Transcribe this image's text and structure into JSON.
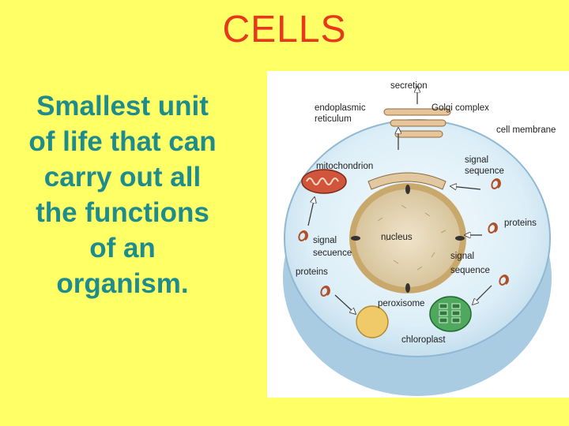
{
  "slide": {
    "title": "CELLS",
    "body_lines": [
      "Smallest unit",
      "of life that can",
      "carry out all",
      "the functions",
      "of an",
      "organism."
    ]
  },
  "diagram": {
    "labels": {
      "secretion": "secretion",
      "golgi": "Golgi complex",
      "er_line1": "endoplasmic",
      "er_line2": "reticulum",
      "cell_membrane": "cell membrane",
      "mitochondrion": "mitochondrion",
      "signal_seq_right_1": "signal",
      "signal_seq_right_2": "sequence",
      "nucleus": "nucleus",
      "proteins_right": "proteins",
      "signal_seq_left_1": "signal",
      "signal_seq_left_2": "secuence",
      "proteins_left": "proteins",
      "signal_seq_bottom_1": "signal",
      "signal_seq_bottom_2": "sequence",
      "peroxisome": "peroxisome",
      "chloroplast": "chloroplast"
    }
  },
  "colors": {
    "background": "#FFFF66",
    "title": "#E8381B",
    "body_text": "#1E8C8C",
    "cytoplasm": "#DCEEF7",
    "nucleus": "#E2D3B0",
    "golgi": "#E8C49A",
    "mitochondrion": "#D0553A",
    "peroxisome": "#F0C968",
    "chloroplast": "#4FA85E",
    "protein": "#B0502A"
  }
}
